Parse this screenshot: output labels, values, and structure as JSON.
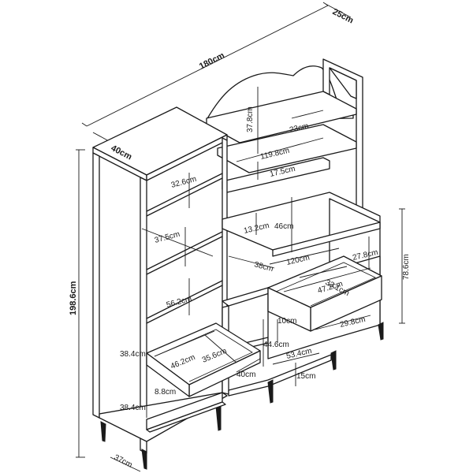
{
  "dimensions": {
    "total_width": "180cm",
    "depth_top": "25cm",
    "depth_tower": "40cm",
    "total_height": "198.6cm",
    "right_height": "78.6cm",
    "top_shelf_height": "37.8cm",
    "top_shelf_depth": "23cm",
    "middle_shelf_width": "119.8cm",
    "small_gap": "17.5cm",
    "tower_shelf_1": "32.6cm",
    "tower_shelf_2": "37.5cm",
    "tower_shelf_3": "56.2cm",
    "gap_13": "13.2cm",
    "open_height": "46cm",
    "open_width": "120cm",
    "inner_depth": "38cm",
    "right_niche": "27.8cm",
    "drawer_width_right": "47.2cm",
    "drawer_depth_right": "33.1cm",
    "drawer_height_right": "10cm",
    "drawer_base_right": "29.8cm",
    "lower_height": "44.6cm",
    "lower_width": "53.4cm",
    "lower_depth": "40cm",
    "foot_height": "15cm",
    "left_drawer_section_1": "38.4cm",
    "left_drawer_section_2": "38.4cm",
    "left_drawer_width": "46.2cm",
    "left_drawer_depth": "35.6cm",
    "left_drawer_height": "8.8cm",
    "tower_depth_bottom": "37cm"
  }
}
